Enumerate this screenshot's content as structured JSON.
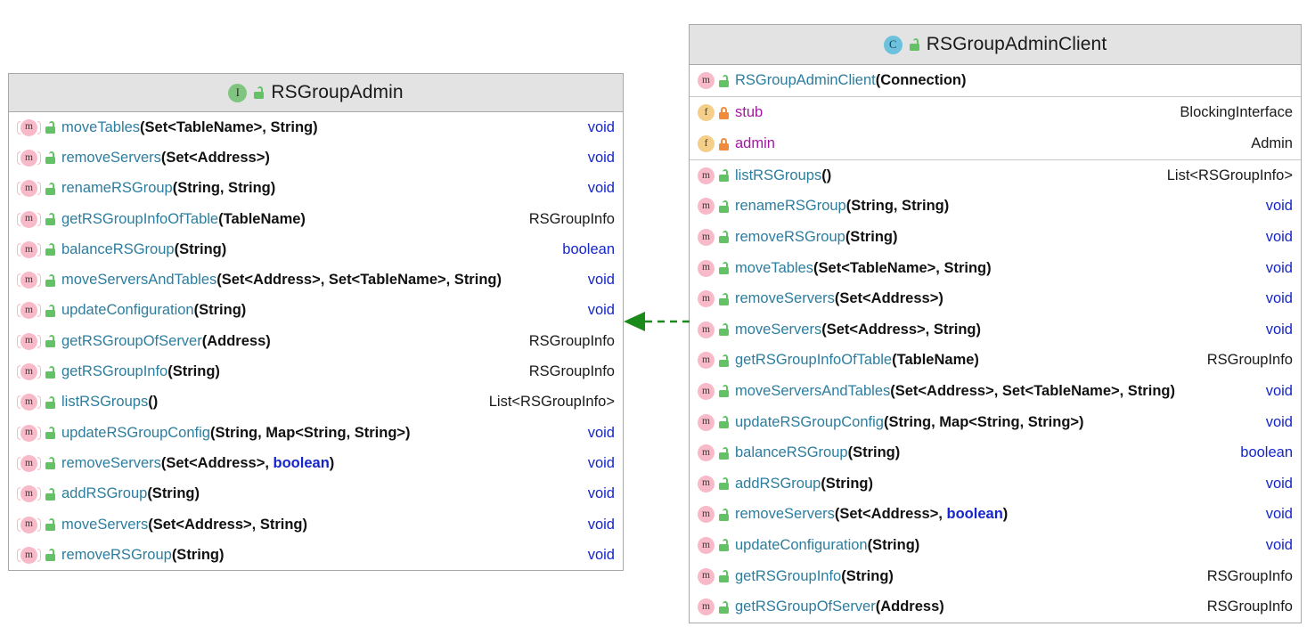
{
  "diagram": {
    "kind": "uml-class-diagram",
    "colors": {
      "header_bg": "#e3e3e3",
      "border": "#a8a8a8",
      "method_name": "#2d7d9e",
      "field_name": "#a316a3",
      "primitive_type": "#1525cc",
      "reference_type": "#1a1a1a",
      "interface_badge": "#7fc47f",
      "class_badge": "#6cc1dd",
      "method_badge": "#f8b9c8",
      "field_badge": "#f5cf8a",
      "public_lock": "#63c266",
      "private_lock": "#f08a3c",
      "relation_line": "#1a8a1a"
    },
    "relation": {
      "name": "realization-arrow",
      "style": "dashed",
      "arrow": "solid-triangle",
      "direction": "right-to-left",
      "from": "RSGroupAdminClient",
      "to": "RSGroupAdmin"
    }
  },
  "interface_box": {
    "title": "RSGroupAdmin",
    "stereotype_icon": "interface-icon",
    "stereotype_letter": "I",
    "visibility_icon": "public-unlocked-icon",
    "members": [
      {
        "icon": "abstract-method-icon",
        "lock": "public-unlocked-icon",
        "name": "moveTables",
        "params": "(Set<TableName>, String)",
        "type": "void",
        "type_kind": "primitive"
      },
      {
        "icon": "abstract-method-icon",
        "lock": "public-unlocked-icon",
        "name": "removeServers",
        "params": "(Set<Address>)",
        "type": "void",
        "type_kind": "primitive"
      },
      {
        "icon": "abstract-method-icon",
        "lock": "public-unlocked-icon",
        "name": "renameRSGroup",
        "params": "(String, String)",
        "type": "void",
        "type_kind": "primitive"
      },
      {
        "icon": "abstract-method-icon",
        "lock": "public-unlocked-icon",
        "name": "getRSGroupInfoOfTable",
        "params": "(TableName)",
        "type": "RSGroupInfo",
        "type_kind": "reference"
      },
      {
        "icon": "abstract-method-icon",
        "lock": "public-unlocked-icon",
        "name": "balanceRSGroup",
        "params": "(String)",
        "type": "boolean",
        "type_kind": "primitive"
      },
      {
        "icon": "abstract-method-icon",
        "lock": "public-unlocked-icon",
        "name": "moveServersAndTables",
        "params": "(Set<Address>, Set<TableName>, String)",
        "type": "void",
        "type_kind": "primitive"
      },
      {
        "icon": "abstract-method-icon",
        "lock": "public-unlocked-icon",
        "name": "updateConfiguration",
        "params": "(String)",
        "type": "void",
        "type_kind": "primitive"
      },
      {
        "icon": "abstract-method-icon",
        "lock": "public-unlocked-icon",
        "name": "getRSGroupOfServer",
        "params": "(Address)",
        "type": "RSGroupInfo",
        "type_kind": "reference"
      },
      {
        "icon": "abstract-method-icon",
        "lock": "public-unlocked-icon",
        "name": "getRSGroupInfo",
        "params": "(String)",
        "type": "RSGroupInfo",
        "type_kind": "reference"
      },
      {
        "icon": "abstract-method-icon",
        "lock": "public-unlocked-icon",
        "name": "listRSGroups",
        "params": "()",
        "type": "List<RSGroupInfo>",
        "type_kind": "reference"
      },
      {
        "icon": "abstract-method-icon",
        "lock": "public-unlocked-icon",
        "name": "updateRSGroupConfig",
        "params": "(String, Map<String, String>)",
        "type": "void",
        "type_kind": "primitive"
      },
      {
        "icon": "abstract-method-icon",
        "lock": "public-unlocked-icon",
        "name": "removeServers",
        "params": "(Set<Address>, boolean)",
        "type": "void",
        "type_kind": "primitive",
        "param_prim": "boolean"
      },
      {
        "icon": "abstract-method-icon",
        "lock": "public-unlocked-icon",
        "name": "addRSGroup",
        "params": "(String)",
        "type": "void",
        "type_kind": "primitive"
      },
      {
        "icon": "abstract-method-icon",
        "lock": "public-unlocked-icon",
        "name": "moveServers",
        "params": "(Set<Address>, String)",
        "type": "void",
        "type_kind": "primitive"
      },
      {
        "icon": "abstract-method-icon",
        "lock": "public-unlocked-icon",
        "name": "removeRSGroup",
        "params": "(String)",
        "type": "void",
        "type_kind": "primitive"
      }
    ]
  },
  "class_box": {
    "title": "RSGroupAdminClient",
    "stereotype_icon": "class-icon",
    "stereotype_letter": "C",
    "visibility_icon": "public-unlocked-icon",
    "constructors": [
      {
        "icon": "method-icon",
        "lock": "public-unlocked-icon",
        "name": "RSGroupAdminClient",
        "params": "(Connection)",
        "type": "",
        "type_kind": "none"
      }
    ],
    "fields": [
      {
        "icon": "field-icon",
        "lock": "private-locked-icon",
        "name": "stub",
        "params": "",
        "type": "BlockingInterface",
        "type_kind": "reference"
      },
      {
        "icon": "field-icon",
        "lock": "private-locked-icon",
        "name": "admin",
        "params": "",
        "type": "Admin",
        "type_kind": "reference"
      }
    ],
    "methods": [
      {
        "icon": "method-icon",
        "lock": "public-unlocked-icon",
        "name": "listRSGroups",
        "params": "()",
        "type": "List<RSGroupInfo>",
        "type_kind": "reference"
      },
      {
        "icon": "method-icon",
        "lock": "public-unlocked-icon",
        "name": "renameRSGroup",
        "params": "(String, String)",
        "type": "void",
        "type_kind": "primitive"
      },
      {
        "icon": "method-icon",
        "lock": "public-unlocked-icon",
        "name": "removeRSGroup",
        "params": "(String)",
        "type": "void",
        "type_kind": "primitive"
      },
      {
        "icon": "method-icon",
        "lock": "public-unlocked-icon",
        "name": "moveTables",
        "params": "(Set<TableName>, String)",
        "type": "void",
        "type_kind": "primitive"
      },
      {
        "icon": "method-icon",
        "lock": "public-unlocked-icon",
        "name": "removeServers",
        "params": "(Set<Address>)",
        "type": "void",
        "type_kind": "primitive"
      },
      {
        "icon": "method-icon",
        "lock": "public-unlocked-icon",
        "name": "moveServers",
        "params": "(Set<Address>, String)",
        "type": "void",
        "type_kind": "primitive"
      },
      {
        "icon": "method-icon",
        "lock": "public-unlocked-icon",
        "name": "getRSGroupInfoOfTable",
        "params": "(TableName)",
        "type": "RSGroupInfo",
        "type_kind": "reference"
      },
      {
        "icon": "method-icon",
        "lock": "public-unlocked-icon",
        "name": "moveServersAndTables",
        "params": "(Set<Address>, Set<TableName>, String)",
        "type": "void",
        "type_kind": "primitive"
      },
      {
        "icon": "method-icon",
        "lock": "public-unlocked-icon",
        "name": "updateRSGroupConfig",
        "params": "(String, Map<String, String>)",
        "type": "void",
        "type_kind": "primitive"
      },
      {
        "icon": "method-icon",
        "lock": "public-unlocked-icon",
        "name": "balanceRSGroup",
        "params": "(String)",
        "type": "boolean",
        "type_kind": "primitive"
      },
      {
        "icon": "method-icon",
        "lock": "public-unlocked-icon",
        "name": "addRSGroup",
        "params": "(String)",
        "type": "void",
        "type_kind": "primitive"
      },
      {
        "icon": "method-icon",
        "lock": "public-unlocked-icon",
        "name": "removeServers",
        "params": "(Set<Address>, boolean)",
        "type": "void",
        "type_kind": "primitive",
        "param_prim": "boolean"
      },
      {
        "icon": "method-icon",
        "lock": "public-unlocked-icon",
        "name": "updateConfiguration",
        "params": "(String)",
        "type": "void",
        "type_kind": "primitive"
      },
      {
        "icon": "method-icon",
        "lock": "public-unlocked-icon",
        "name": "getRSGroupInfo",
        "params": "(String)",
        "type": "RSGroupInfo",
        "type_kind": "reference"
      },
      {
        "icon": "method-icon",
        "lock": "public-unlocked-icon",
        "name": "getRSGroupOfServer",
        "params": "(Address)",
        "type": "RSGroupInfo",
        "type_kind": "reference"
      }
    ]
  }
}
